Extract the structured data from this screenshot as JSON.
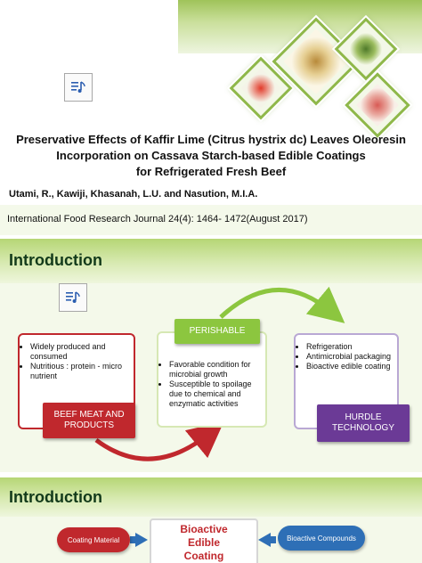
{
  "slide1": {
    "title_lines": [
      "Preservative Effects of Kaffir Lime (Citrus hystrix dc) Leaves Oleoresin",
      "Incorporation on Cassava Starch-based Edible Coatings",
      "for Refrigerated Fresh Beef"
    ],
    "authors": "Utami, R., Kawiji, Khasanah, L.U. and Nasution, M.I.A.",
    "journal": "International Food Research Journal 24(4): 1464- 1472(August 2017)"
  },
  "slide2": {
    "heading": "Introduction",
    "left_box_items": [
      "Widely produced and consumed",
      "Nutritious : protein - micro nutrient"
    ],
    "left_tag": "BEEF MEAT AND PRODUCTS",
    "middle_tag": "PERISHABLE",
    "middle_box_items": [
      "Favorable condition for microbial growth",
      "Susceptible to spoilage due to chemical and enzymatic activities"
    ],
    "right_box_items": [
      "Refrigeration",
      "Antimicrobial packaging",
      "Bioactive edible coating"
    ],
    "right_tag": "HURDLE TECHNOLOGY",
    "colors": {
      "red": "#c0282d",
      "green": "#8cc63f",
      "purple": "#6b3a96"
    }
  },
  "slide3": {
    "heading": "Introduction",
    "left_pill": "Coating Material",
    "center_text": [
      "Bioactive",
      "Edible",
      "Coating"
    ],
    "right_pill": "Bioactive Compounds",
    "colors": {
      "red": "#c0282d",
      "blue": "#2e6fb6",
      "center_text": "#c0282d"
    }
  }
}
